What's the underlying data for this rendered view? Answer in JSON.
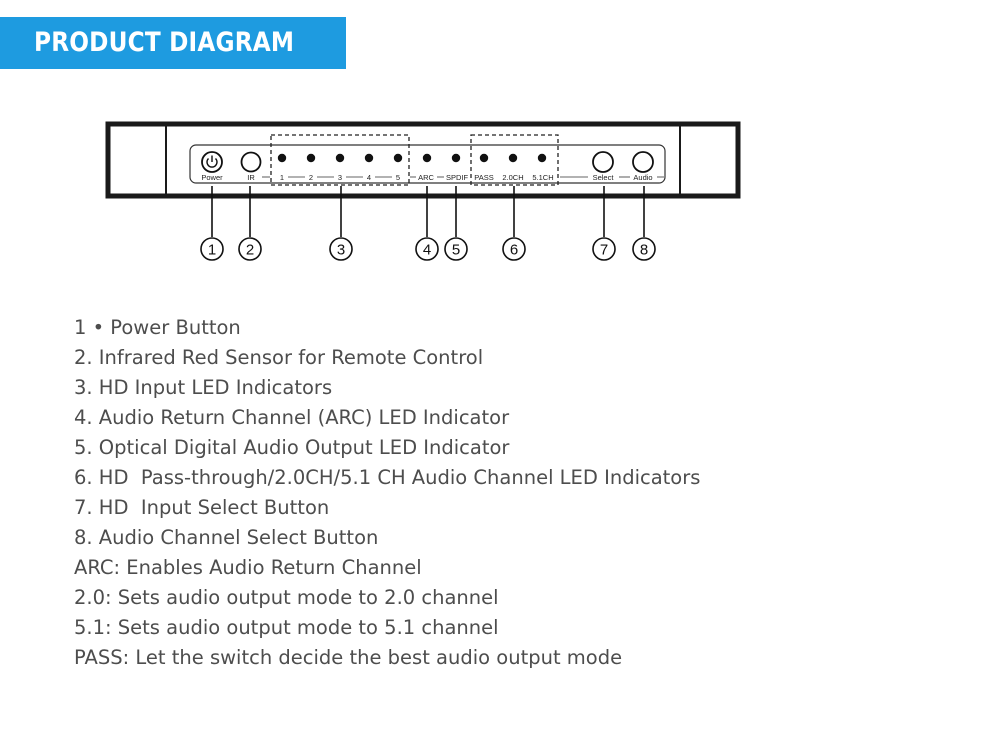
{
  "banner": {
    "title": "PRODUCT DIAGRAM",
    "color": "#1e9be0"
  },
  "panel": {
    "labels": {
      "power": "Power",
      "ir": "IR",
      "led_numbers": [
        "1",
        "2",
        "3",
        "4",
        "5"
      ],
      "arc": "ARC",
      "spdif": "SPDIF",
      "pass": "PASS",
      "channel": "2.0CH",
      "channel51": "5.1CH",
      "select": "Select",
      "audio": "Audio"
    },
    "callouts": [
      "1",
      "2",
      "3",
      "4",
      "5",
      "6",
      "7",
      "8"
    ]
  },
  "legend": [
    "1 • Power Button",
    "2. Infrared Red Sensor for Remote Control",
    "3. HD Input LED Indicators",
    "4. Audio Return Channel (ARC) LED Indicator",
    "5. Optical Digital Audio Output LED Indicator",
    "6. HD  Pass-through/2.0CH/5.1 CH Audio Channel LED Indicators",
    "7. HD  Input Select Button",
    "8. Audio Channel Select Button",
    "ARC: Enables Audio Return Channel",
    "2.0: Sets audio output mode to 2.0 channel",
    "5.1: Sets audio output mode to 5.1 channel",
    "PASS: Let the switch decide the best audio output mode"
  ]
}
